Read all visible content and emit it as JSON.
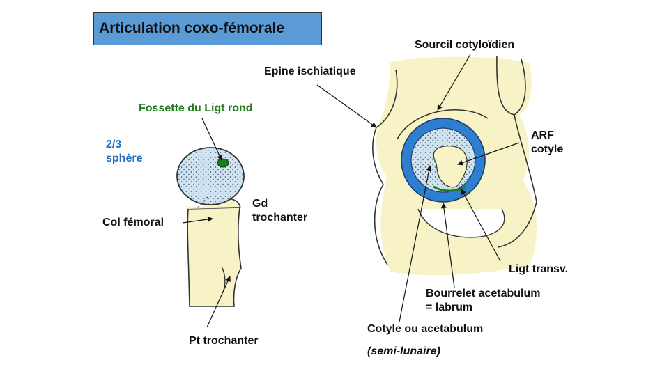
{
  "title": "Articulation coxo-fémorale",
  "colors": {
    "title_bg": "#5b9bd5",
    "bone_fill": "#f7f3c6",
    "head_fill": "#cfe3f0",
    "cartilage_ring": "#2f7fd1",
    "ligament_green": "#1e7b1e",
    "label_blue": "#1f6fc0"
  },
  "femur": {
    "fossette": "Fossette du Ligt rond",
    "sphere_l1": "2/3",
    "sphere_l2": "sphère",
    "col": "Col fémoral",
    "gd_troch_l1": "Gd",
    "gd_troch_l2": "trochanter",
    "pt_troch": "Pt trochanter"
  },
  "hip": {
    "sourcil": "Sourcil cotyloïdien",
    "epine": "Epine ischiatique",
    "arf_l1": "ARF",
    "arf_l2": "cotyle",
    "ligt_transv": "Ligt transv.",
    "bourrelet_l1": "Bourrelet acetabulum",
    "bourrelet_l2": "= labrum",
    "cotyle": "Cotyle ou acetabulum",
    "semi": "(semi-lunaire)"
  }
}
